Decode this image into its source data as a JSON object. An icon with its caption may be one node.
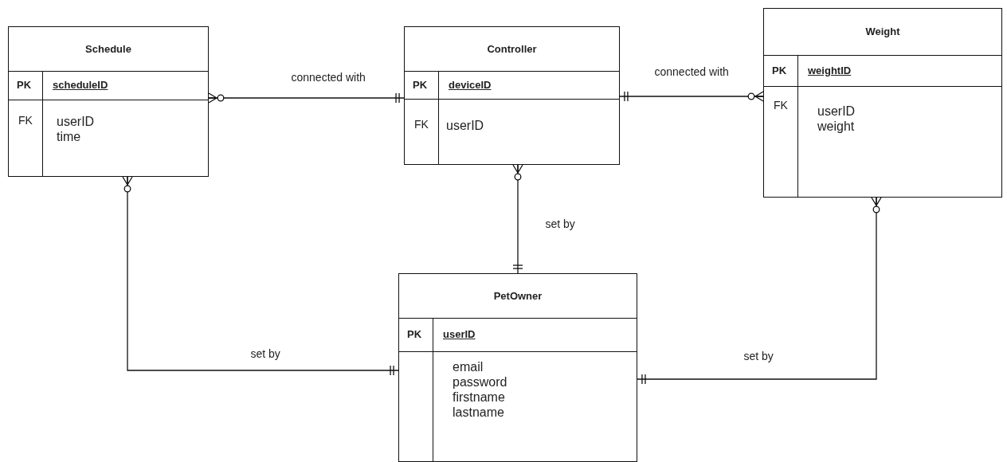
{
  "diagram": {
    "nodes": [
      {
        "text": [
          "Schedule",
          "PK",
          "scheduleID",
          "FK",
          "userID time"
        ]
      },
      {
        "text": [
          "Controller",
          "PK",
          "deviceID",
          "FK",
          "userID"
        ]
      },
      {
        "text": [
          "Weight",
          "PK",
          "weightID",
          "FK",
          "userID weight"
        ]
      },
      {
        "text": [
          "PetOwner",
          "PK",
          "userID",
          "email password firstname lastname"
        ]
      }
    ],
    "edges": [
      {
        "from": 0,
        "to": 1,
        "arrow": "other",
        "label": "connected with"
      },
      {
        "from": 1,
        "to": 2,
        "arrow": "other",
        "label": "connected with"
      },
      {
        "from": 1,
        "to": 3,
        "arrow": "other",
        "label": "set by"
      },
      {
        "from": 0,
        "to": 3,
        "arrow": "other",
        "label": "set by"
      },
      {
        "from": 2,
        "to": 3,
        "arrow": "other",
        "label": "set by"
      }
    ]
  }
}
